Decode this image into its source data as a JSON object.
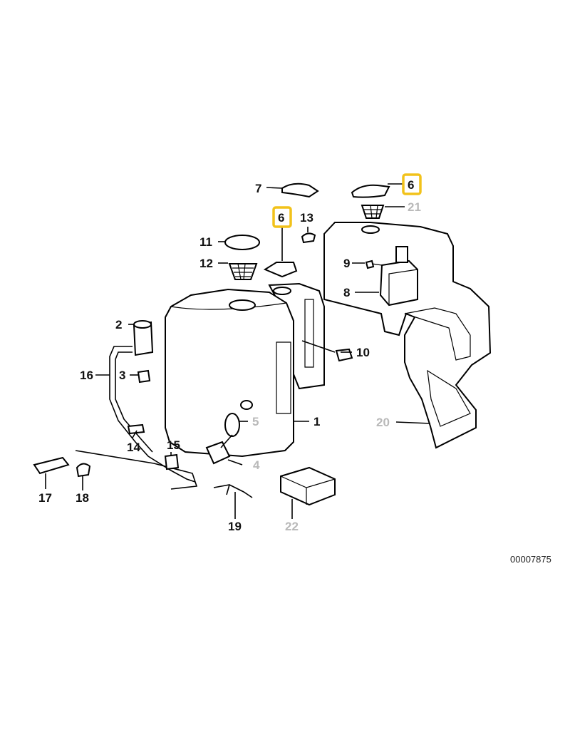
{
  "diagram": {
    "reference_code": "00007875",
    "highlight_color": "#f2c21a",
    "callouts": [
      {
        "id": "c1",
        "text": "1",
        "grey": false,
        "highlight": false
      },
      {
        "id": "c2",
        "text": "2",
        "grey": false,
        "highlight": false
      },
      {
        "id": "c3",
        "text": "3",
        "grey": false,
        "highlight": false
      },
      {
        "id": "c4",
        "text": "4",
        "grey": true,
        "highlight": false
      },
      {
        "id": "c5",
        "text": "5",
        "grey": true,
        "highlight": false
      },
      {
        "id": "c6a",
        "text": "6",
        "grey": false,
        "highlight": true
      },
      {
        "id": "c6b",
        "text": "6",
        "grey": false,
        "highlight": true
      },
      {
        "id": "c7",
        "text": "7",
        "grey": false,
        "highlight": false
      },
      {
        "id": "c8",
        "text": "8",
        "grey": false,
        "highlight": false
      },
      {
        "id": "c9",
        "text": "9",
        "grey": false,
        "highlight": false
      },
      {
        "id": "c10",
        "text": "10",
        "grey": false,
        "highlight": false
      },
      {
        "id": "c11",
        "text": "11",
        "grey": false,
        "highlight": false
      },
      {
        "id": "c12",
        "text": "12",
        "grey": false,
        "highlight": false
      },
      {
        "id": "c13",
        "text": "13",
        "grey": false,
        "highlight": false
      },
      {
        "id": "c14",
        "text": "14",
        "grey": false,
        "highlight": false
      },
      {
        "id": "c15",
        "text": "15",
        "grey": false,
        "highlight": false
      },
      {
        "id": "c16",
        "text": "16",
        "grey": false,
        "highlight": false
      },
      {
        "id": "c17",
        "text": "17",
        "grey": false,
        "highlight": false
      },
      {
        "id": "c18",
        "text": "18",
        "grey": false,
        "highlight": false
      },
      {
        "id": "c19",
        "text": "19",
        "grey": false,
        "highlight": false
      },
      {
        "id": "c20",
        "text": "20",
        "grey": true,
        "highlight": false
      },
      {
        "id": "c21",
        "text": "21",
        "grey": true,
        "highlight": false
      },
      {
        "id": "c22",
        "text": "22",
        "grey": true,
        "highlight": false
      }
    ]
  }
}
